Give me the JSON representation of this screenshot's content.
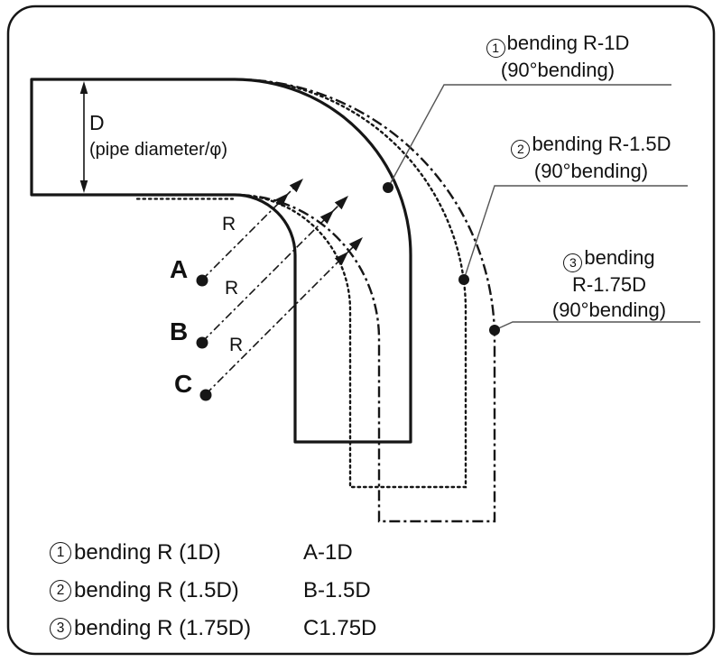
{
  "colors": {
    "line": "#161616",
    "text": "#111111",
    "background": "#ffffff",
    "leader": "#555555"
  },
  "labels": {
    "d": "D",
    "d_sub": "(pipe diameter/φ)",
    "r": "R"
  },
  "centers": {
    "a": "A",
    "b": "B",
    "c": "C"
  },
  "callouts": [
    {
      "num": "1",
      "line1": "bending R-1D",
      "line2": "(90°bending)"
    },
    {
      "num": "2",
      "line1": "bending R-1.5D",
      "line2": "(90°bending)"
    },
    {
      "num": "3",
      "line1": "bending",
      "line2": "R-1.75D",
      "line3": "(90°bending)"
    }
  ],
  "legend": [
    {
      "num": "1",
      "label": "bending R (1D)",
      "code": "A-1D"
    },
    {
      "num": "2",
      "label": "bending R (1.5D)",
      "code": "B-1.5D"
    },
    {
      "num": "3",
      "label": "bending R (1.75D)",
      "code": "C1.75D"
    }
  ]
}
